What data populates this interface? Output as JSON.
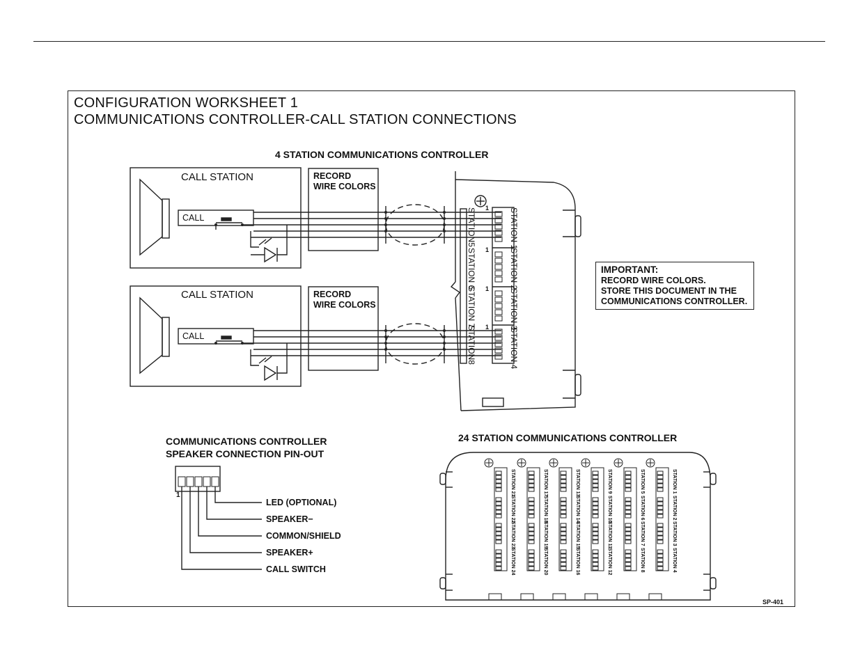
{
  "worksheet": {
    "title_line1": "CONFIGURATION WORKSHEET 1",
    "title_line2": "COMMUNICATIONS CONTROLLER-CALL STATION CONNECTIONS",
    "doc_id": "SP-401"
  },
  "four_station": {
    "heading": "4 STATION COMMUNICATIONS CONTROLLER",
    "call_station_label": "CALL STATION",
    "call_button_label": "CALL",
    "record_line1": "RECORD",
    "record_line2": "WIRE COLORS",
    "station_labels_right": [
      "STATION 1",
      "STATION 2",
      "STATION 3",
      "STATION 4"
    ],
    "station_labels_left": [
      "STATION5",
      "STATION 6",
      "STATION 7",
      "STATION8"
    ],
    "pin_one_marker": "1"
  },
  "important_note": {
    "heading": "IMPORTANT:",
    "line1": "RECORD WIRE COLORS.",
    "line2": "STORE THIS DOCUMENT IN THE",
    "line3": "COMMUNICATIONS CONTROLLER."
  },
  "pinout": {
    "heading_line1": "COMMUNICATIONS CONTROLLER",
    "heading_line2": "SPEAKER CONNECTION PIN-OUT",
    "pin_one_marker": "1",
    "pins": [
      "LED  (OPTIONAL)",
      "SPEAKER−",
      "COMMON/SHIELD",
      "SPEAKER+",
      "CALL SWITCH"
    ]
  },
  "twentyfour_station": {
    "heading": "24 STATION COMMUNICATIONS CONTROLLER",
    "column_labels": [
      [
        "STATION 21",
        "STATION 22",
        "STATION 23",
        "STATION 24"
      ],
      [
        "STATION 17",
        "STATION 18",
        "STATION 19",
        "STATION 20"
      ],
      [
        "STATION 13",
        "STATION 14",
        "STATION 15",
        "STATION 16"
      ],
      [
        "STATION 9",
        "STATION 10",
        "STATION 11",
        "STATION 12"
      ],
      [
        "STATION 5",
        "STATION 6",
        "STATION 7",
        "STATION 8"
      ],
      [
        "STATION 1",
        "STATION 2",
        "STATION 3",
        "STATION 4"
      ]
    ]
  }
}
